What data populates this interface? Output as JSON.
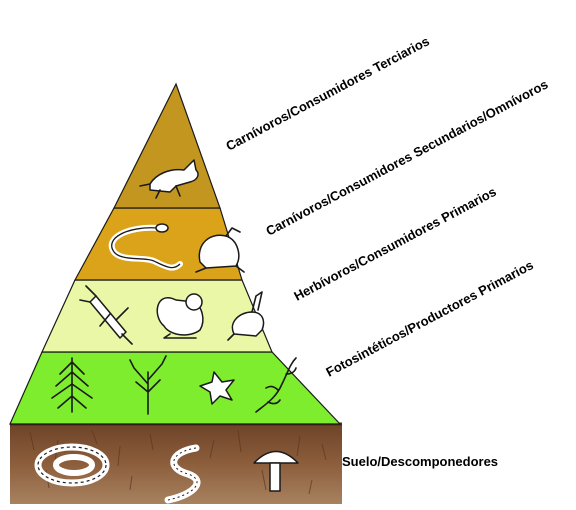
{
  "levels": [
    {
      "id": "tertiary",
      "label": "Carnívoros/Consumidores Terciarios",
      "color": "#c39620",
      "icons": [
        "fox-icon"
      ]
    },
    {
      "id": "secondary",
      "label": "Carnívoros/Consumidores Secundarios/Omnívoros",
      "color": "#dba31a",
      "icons": [
        "snake-icon",
        "frog-icon"
      ]
    },
    {
      "id": "primary",
      "label": "Herbívoros/Consumidores Primarios",
      "color": "#e9f7a7",
      "icons": [
        "beetle-icon",
        "squirrel-icon",
        "rabbit-icon"
      ]
    },
    {
      "id": "producers",
      "label": "Fotosintéticos/Productores Primarios",
      "color": "#7ded2d",
      "icons": [
        "pine-tree-icon",
        "tree-icon",
        "flower-icon",
        "vine-icon"
      ]
    },
    {
      "id": "soil",
      "label": "Suelo/Descomponedores",
      "color": "#8a5a3a",
      "icons": [
        "coiled-worm-icon",
        "worm-icon",
        "mushroom-icon"
      ]
    }
  ]
}
